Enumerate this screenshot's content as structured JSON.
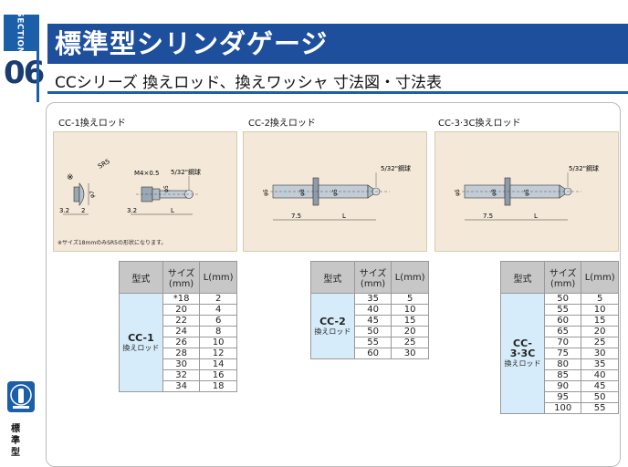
{
  "section": {
    "label": "SECTION",
    "number": "06"
  },
  "header": {
    "title": "標準型シリンダゲージ",
    "subtitle": "CCシリーズ 換えロッド、換えワッシャ 寸法図・寸法表"
  },
  "diagrams": [
    {
      "caption": "CC-1換えロッド",
      "labels": {
        "sr": "SR5",
        "thread": "M4×0.5",
        "ball": "5/32\"鋼球",
        "d7": "φ7",
        "d5": "φ5",
        "dim32": "3.2",
        "dim2": "2",
        "dim32b": "3.2",
        "L": "L",
        "mark": "※"
      },
      "note": "※サイズ18mmのみSR5の形状になります。"
    },
    {
      "caption": "CC-2換えロッド",
      "labels": {
        "ball": "5/32\"鋼球",
        "d5a": "φ5",
        "d8": "φ8",
        "d5b": "φ5",
        "dim75": "7.5",
        "L": "L"
      }
    },
    {
      "caption": "CC-3·3C換えロッド",
      "labels": {
        "ball": "5/32\"鋼球",
        "d5a": "φ5",
        "d8": "φ8",
        "d5b": "φ5",
        "dim75": "7.5",
        "L": "L"
      }
    }
  ],
  "tables": [
    {
      "headers": [
        "型式",
        "サイズ\n(mm)",
        "L(mm)"
      ],
      "model": "CC-1",
      "model_sub": "換えロッド",
      "rows": [
        [
          "*18",
          "2"
        ],
        [
          "20",
          "4"
        ],
        [
          "22",
          "6"
        ],
        [
          "24",
          "8"
        ],
        [
          "26",
          "10"
        ],
        [
          "28",
          "12"
        ],
        [
          "30",
          "14"
        ],
        [
          "32",
          "16"
        ],
        [
          "34",
          "18"
        ]
      ]
    },
    {
      "headers": [
        "型式",
        "サイズ\n(mm)",
        "L(mm)"
      ],
      "model": "CC-2",
      "model_sub": "換えロッド",
      "rows": [
        [
          "35",
          "5"
        ],
        [
          "40",
          "10"
        ],
        [
          "45",
          "15"
        ],
        [
          "50",
          "20"
        ],
        [
          "55",
          "25"
        ],
        [
          "60",
          "30"
        ]
      ]
    },
    {
      "headers": [
        "型式",
        "サイズ\n(mm)",
        "L(mm)"
      ],
      "model": "CC-3·3C",
      "model_sub": "換えロッド",
      "rows": [
        [
          "50",
          "5"
        ],
        [
          "55",
          "10"
        ],
        [
          "60",
          "15"
        ],
        [
          "65",
          "20"
        ],
        [
          "70",
          "25"
        ],
        [
          "75",
          "30"
        ],
        [
          "80",
          "35"
        ],
        [
          "85",
          "40"
        ],
        [
          "90",
          "45"
        ],
        [
          "95",
          "50"
        ],
        [
          "100",
          "55"
        ]
      ]
    }
  ],
  "side_label": "標準型",
  "colors": {
    "brand": "#1d4f9c",
    "panel": "#f4e9d9",
    "model_cell": "#d7ecfa",
    "header_cell": "#c7c7c7"
  }
}
